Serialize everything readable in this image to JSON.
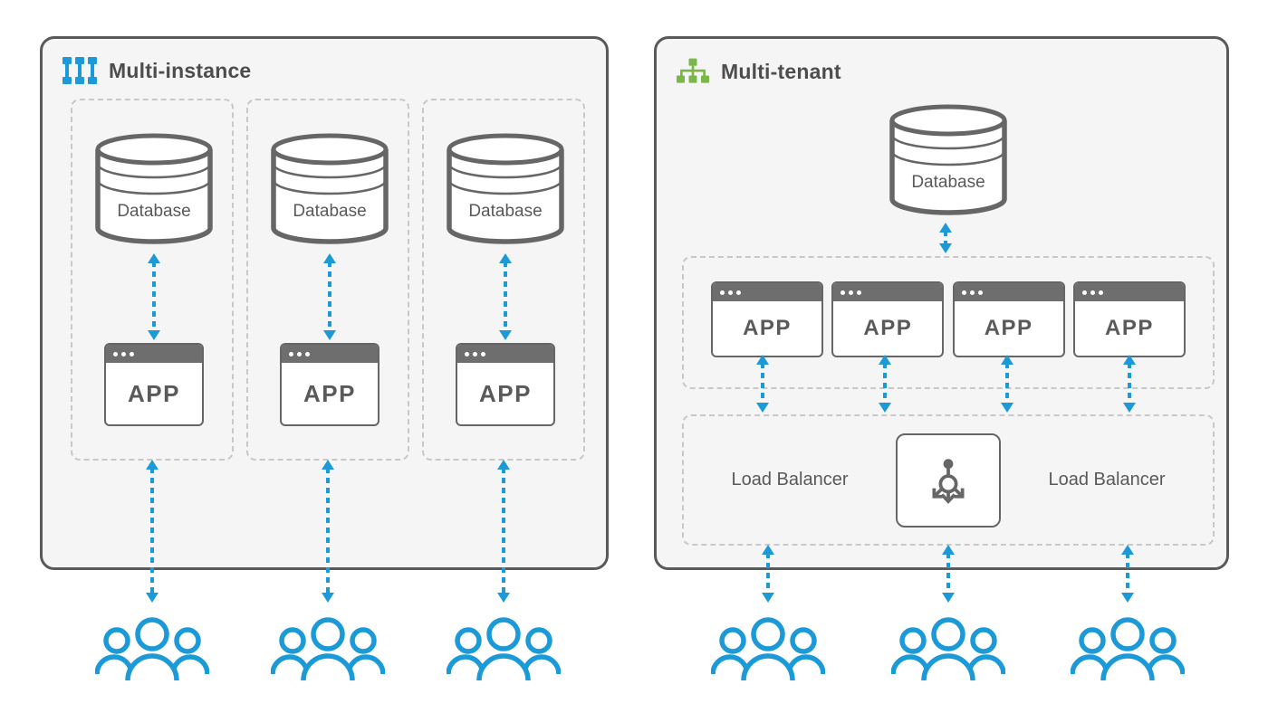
{
  "diagram": {
    "left_panel": {
      "title": "Multi-instance",
      "instances": [
        {
          "database": "Database",
          "app": "APP"
        },
        {
          "database": "Database",
          "app": "APP"
        },
        {
          "database": "Database",
          "app": "APP"
        }
      ]
    },
    "right_panel": {
      "title": "Multi-tenant",
      "database": "Database",
      "apps": [
        {
          "app": "APP"
        },
        {
          "app": "APP"
        },
        {
          "app": "APP"
        },
        {
          "app": "APP"
        }
      ],
      "load_balancer_left": "Load Balancer",
      "load_balancer_right": "Load Balancer"
    },
    "user_groups": {
      "left_count": 3,
      "right_count": 3
    },
    "colors": {
      "arrow_blue": "#1b9ad7",
      "multi_instance_icon_blue": "#1b9ad7",
      "multi_tenant_icon_green": "#7ab648",
      "panel_border_gray": "#58595b",
      "component_gray": "#666666",
      "panel_background": "#f5f5f6",
      "dashed_border_gray": "#c8c8c8"
    },
    "icons": {
      "multi_instance": "multi-instance-icon",
      "multi_tenant": "multi-tenant-icon",
      "database": "database-cylinder-icon",
      "app_window": "app-window",
      "window_dots": "window-dots-icon",
      "load_balancer": "load-balancer-icon",
      "users": "users-group-icon",
      "arrow": "dashed-double-arrow-icon"
    }
  }
}
